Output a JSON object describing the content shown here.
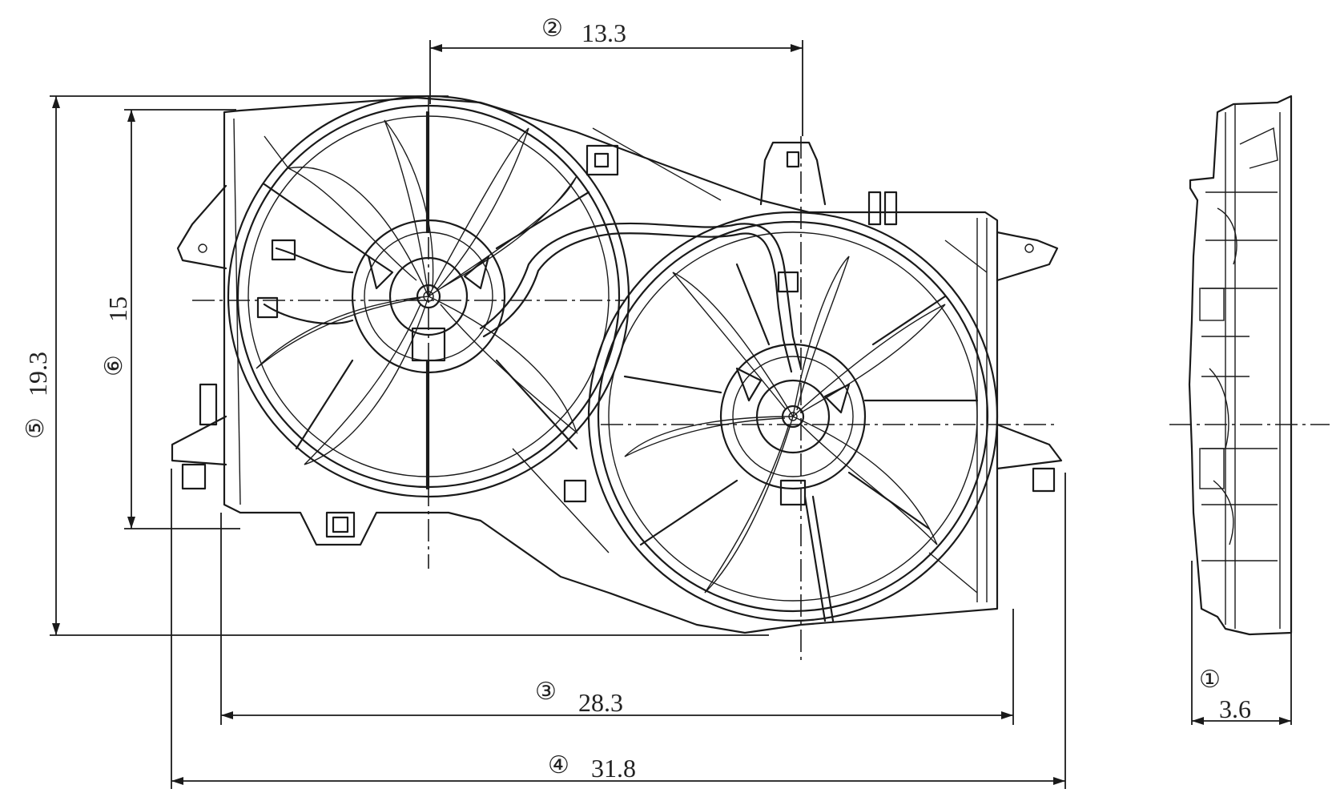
{
  "diagram": {
    "dimensions": [
      {
        "id": "1",
        "marker": "①",
        "value": "3.6"
      },
      {
        "id": "2",
        "marker": "②",
        "value": "13.3"
      },
      {
        "id": "3",
        "marker": "③",
        "value": "28.3"
      },
      {
        "id": "4",
        "marker": "④",
        "value": "31.8"
      },
      {
        "id": "5",
        "marker": "⑤",
        "value": "19.3"
      },
      {
        "id": "6",
        "marker": "⑥",
        "value": "15"
      }
    ]
  }
}
